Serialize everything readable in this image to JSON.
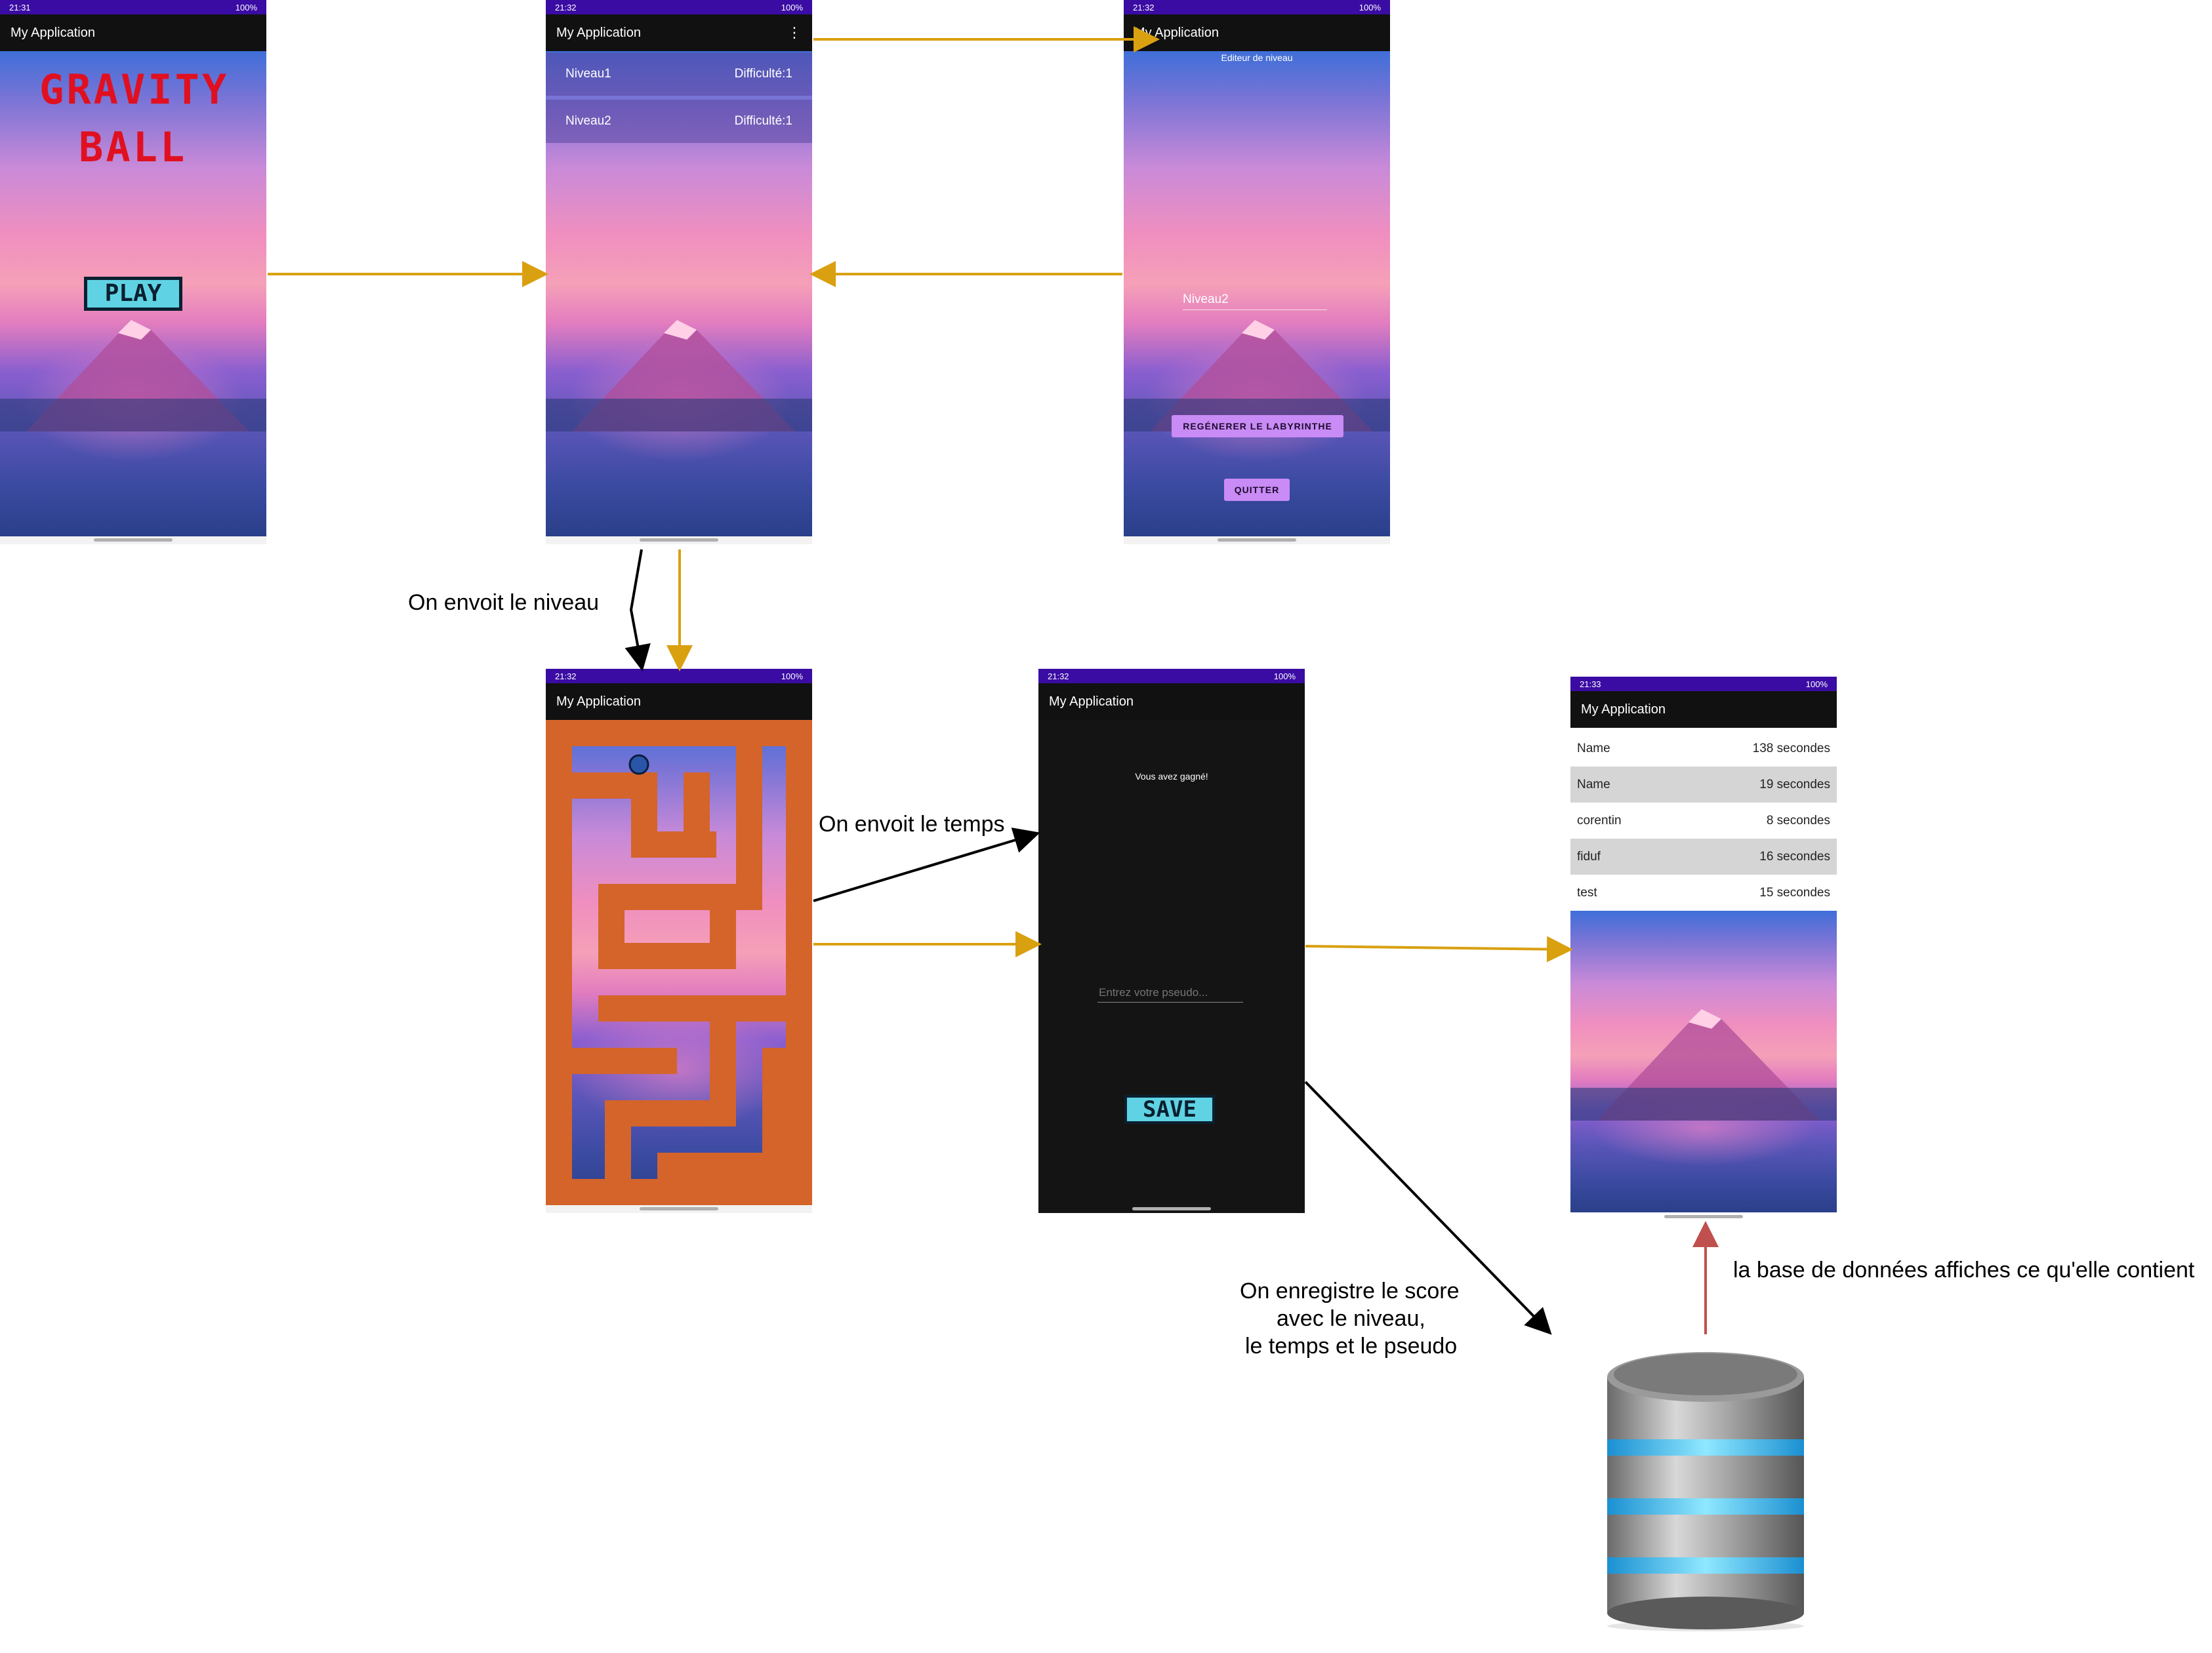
{
  "screens": {
    "home": {
      "status_time": "21:31",
      "status_battery": "100%",
      "app_title": "My Application",
      "game_title_line1": "GRAVITY",
      "game_title_line2": "BALL",
      "play_label": "PLAY"
    },
    "levels": {
      "status_time": "21:32",
      "status_battery": "100%",
      "app_title": "My Application",
      "menu_icon": "more-vert-icon",
      "items": [
        {
          "name": "Niveau1",
          "difficulty": "Difficulté:1"
        },
        {
          "name": "Niveau2",
          "difficulty": "Difficulté:1"
        }
      ]
    },
    "editor": {
      "status_time": "21:32",
      "status_battery": "100%",
      "app_title": "My Application",
      "subtitle": "Editeur de niveau",
      "level_name": "Niveau2",
      "regenerate_label": "REGÉNERER LE LABYRINTHE",
      "quit_label": "QUITTER"
    },
    "maze": {
      "status_time": "21:32",
      "status_battery": "100%",
      "app_title": "My Application"
    },
    "win": {
      "status_time": "21:32",
      "status_battery": "100%",
      "app_title": "My Application",
      "message": "Vous avez gagné!",
      "pseudo_placeholder": "Entrez votre pseudo...",
      "save_label": "SAVE"
    },
    "scores": {
      "status_time": "21:33",
      "status_battery": "100%",
      "app_title": "My Application",
      "rows": [
        {
          "name": "Name",
          "time": "138 secondes"
        },
        {
          "name": "Name",
          "time": "19 secondes"
        },
        {
          "name": "corentin",
          "time": "8 secondes"
        },
        {
          "name": "fiduf",
          "time": "16 secondes"
        },
        {
          "name": "test",
          "time": "15 secondes"
        }
      ]
    }
  },
  "annotations": {
    "send_level": "On envoit le niveau",
    "send_time": "On envoit le temps",
    "save_score_line1": "On enregistre le score",
    "save_score_line2": "avec le niveau,",
    "save_score_line3": "le temps et le pseudo",
    "db_display": "la base de données affiches ce qu'elle contient"
  },
  "colors": {
    "flow_arrow": "#d9a010",
    "data_arrow": "#000000",
    "db_arrow": "#c0504d",
    "maze_wall": "#d4642a",
    "accent_purple": "#c98bf5",
    "status_bar": "#3a0ca3"
  },
  "icons": {
    "database": "database-icon",
    "ball": "ball-icon"
  }
}
